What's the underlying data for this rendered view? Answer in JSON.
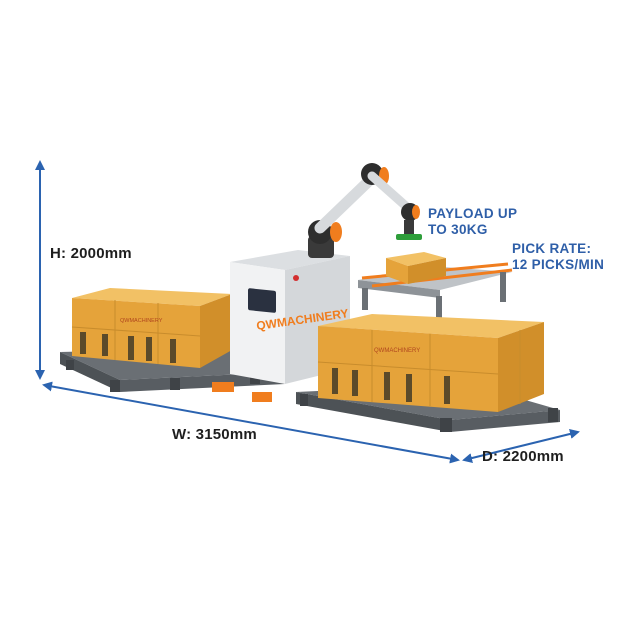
{
  "dimensions": {
    "height": "H:  2000mm",
    "width": "W:  3150mm",
    "depth": "D:  2200mm"
  },
  "specs": {
    "payload_line1": "PAYLOAD UP",
    "payload_line2": "TO 30KG",
    "pick_rate_line1": "PICK RATE:",
    "pick_rate_line2": "12 PICKS/MIN"
  },
  "brand": {
    "cabinet_logo": "QWMACHINERY",
    "box_print": "QWMACHINERY"
  },
  "colors": {
    "arrow_blue": "#2b63b0",
    "spec_text": "#2f5fa8",
    "box_orange": "#e8a93c",
    "robot_orange": "#f07d1e",
    "pallet_gray": "#5c6166",
    "cabinet_white": "#f1f2f3"
  }
}
